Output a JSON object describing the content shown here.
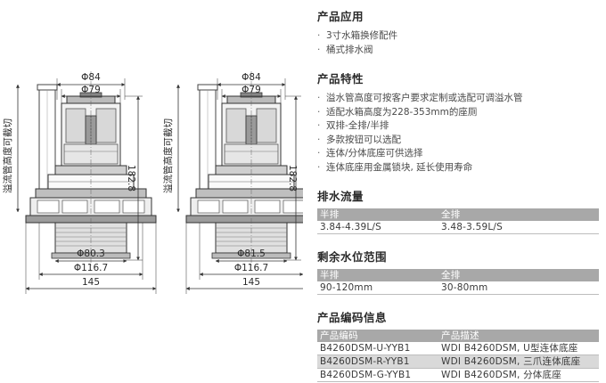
{
  "drawing": {
    "left": {
      "top_dia1": "Φ84",
      "top_dia2": "Φ79",
      "height": "182.8",
      "bottom_dia1": "Φ80.3",
      "bottom_dia2": "Φ116.7",
      "width": "145",
      "side_label": "溢流管高度可截切"
    },
    "right": {
      "top_dia1": "Φ84",
      "top_dia2": "Φ79",
      "height": "182.8",
      "bottom_dia1": "Φ81.5",
      "bottom_dia2": "Φ116.7",
      "width": "145",
      "side_label": "溢流管高度可截切"
    }
  },
  "application": {
    "title": "产品应用",
    "items": [
      "3寸水箱换修配件",
      "桶式排水阀"
    ]
  },
  "features": {
    "title": "产品特性",
    "items": [
      "溢水管高度可按客户要求定制或选配可调溢水管",
      "适配水箱高度为228-353mm的座厕",
      "双排-全排/半排",
      "多款按钮可以选配",
      "连体/分体底座可供选择",
      "连体底座用金属锁块, 延长使用寿命"
    ]
  },
  "flow": {
    "title": "排水流量",
    "headers": [
      "半排",
      "全排"
    ],
    "values": [
      "3.84-4.39L/S",
      "3.48-3.59L/S"
    ]
  },
  "water_level": {
    "title": "剩余水位范围",
    "headers": [
      "半排",
      "全排"
    ],
    "values": [
      "90-120mm",
      "30-80mm"
    ]
  },
  "codes": {
    "title": "产品编码信息",
    "headers": [
      "产品编码",
      "产品描述"
    ],
    "rows": [
      [
        "B4260DSM-U-YYB1",
        "WDI B4260DSM, U型连体底座"
      ],
      [
        "B4260DSM-R-YYB1",
        "WDI B4260DSM, 三爪连体底座"
      ],
      [
        "B4260DSM-G-YYB1",
        "WDI B4260DSM, 分体底座"
      ]
    ]
  }
}
